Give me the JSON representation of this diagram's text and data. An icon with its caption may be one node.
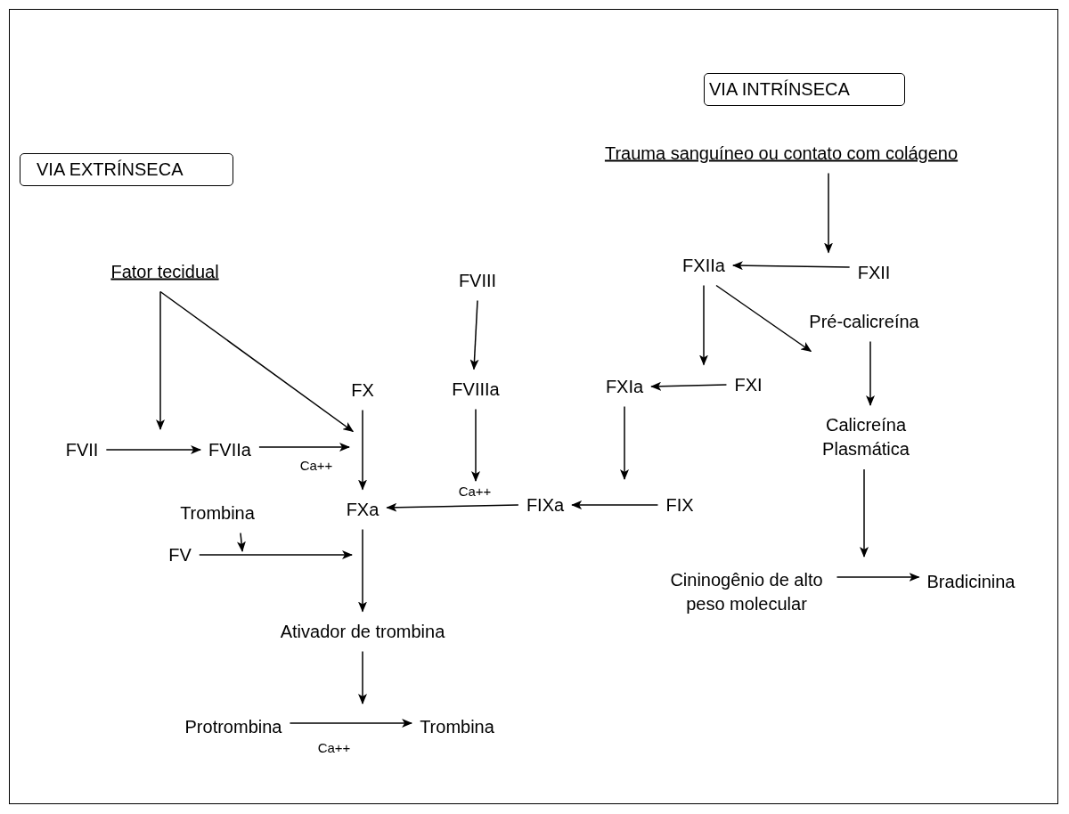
{
  "diagram": {
    "nodes": [
      {
        "text": [
          "VIA INTRÍNSECA"
        ]
      },
      {
        "text": [
          "VIA EXTRÍNSECA"
        ]
      },
      {
        "text": [
          "Trauma sanguíneo ou contato com colágeno"
        ]
      },
      {
        "text": [
          "Fator tecidual"
        ]
      },
      {
        "text": [
          "FVIII"
        ]
      },
      {
        "text": [
          "FXIIa"
        ]
      },
      {
        "text": [
          "FXII"
        ]
      },
      {
        "text": [
          "Pré-calicreína"
        ]
      },
      {
        "text": [
          "FX"
        ]
      },
      {
        "text": [
          "FVIIIa"
        ]
      },
      {
        "text": [
          "FXIa"
        ]
      },
      {
        "text": [
          "FXI"
        ]
      },
      {
        "text": [
          "FVII"
        ]
      },
      {
        "text": [
          "FVIIa"
        ]
      },
      {
        "text": [
          "Calicreína Plasmática"
        ]
      },
      {
        "text": [
          "FXa"
        ]
      },
      {
        "text": [
          "FIXa"
        ]
      },
      {
        "text": [
          "FIX"
        ]
      },
      {
        "text": [
          "Trombina"
        ]
      },
      {
        "text": [
          "FV"
        ]
      },
      {
        "text": [
          "Cininogênio de alto peso molecular"
        ]
      },
      {
        "text": [
          "Bradicinina"
        ]
      },
      {
        "text": [
          "Ativador de trombina"
        ]
      },
      {
        "text": [
          "Protrombina"
        ]
      },
      {
        "text": [
          "Trombina"
        ]
      }
    ],
    "edges": [
      {
        "from": 2,
        "to": 6,
        "arrow": "to"
      },
      {
        "from": 6,
        "to": 5,
        "arrow": "to"
      },
      {
        "from": 5,
        "to": 11,
        "arrow": "to"
      },
      {
        "from": 5,
        "to": 7,
        "arrow": "to"
      },
      {
        "from": 7,
        "to": 14,
        "arrow": "to"
      },
      {
        "from": 11,
        "to": 10,
        "arrow": "to"
      },
      {
        "from": 10,
        "to": null,
        "arrow": "to"
      },
      {
        "from": 17,
        "to": 16,
        "arrow": "to"
      },
      {
        "from": 16,
        "to": 15,
        "arrow": "to"
      },
      {
        "from": 9,
        "to": null,
        "arrow": "to",
        "label": "Ca++"
      },
      {
        "from": 4,
        "to": 9,
        "arrow": "to"
      },
      {
        "from": 3,
        "to": null,
        "arrow": "to"
      },
      {
        "from": 3,
        "to": 8,
        "arrow": "to"
      },
      {
        "from": 12,
        "to": 13,
        "arrow": "to"
      },
      {
        "from": 13,
        "to": null,
        "arrow": "to",
        "label": "Ca++"
      },
      {
        "from": 8,
        "to": 15,
        "arrow": "to"
      },
      {
        "from": 18,
        "to": null,
        "arrow": "to"
      },
      {
        "from": 19,
        "to": null,
        "arrow": "to"
      },
      {
        "from": 15,
        "to": 22,
        "arrow": "to"
      },
      {
        "from": 22,
        "to": null,
        "arrow": "to"
      },
      {
        "from": 23,
        "to": 24,
        "arrow": "to",
        "label": "Ca++"
      },
      {
        "from": 14,
        "to": null,
        "arrow": "to"
      },
      {
        "from": 20,
        "to": 21,
        "arrow": "to"
      }
    ]
  }
}
